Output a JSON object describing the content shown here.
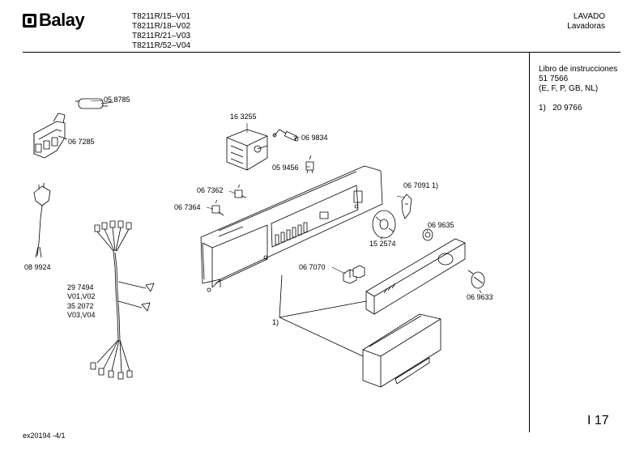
{
  "header": {
    "brand": "Balay",
    "models": [
      "T8211R/15–V01",
      "T8211R/18–V02",
      "T8211R/21–V03",
      "T8211R/52–V04"
    ],
    "category": "LAVADO",
    "subcategory": "Lavadoras"
  },
  "sidebar": {
    "manual_title": "Libro de instrucciones",
    "manual_number": "51 7566",
    "manual_languages": "(E, F, P, GB, NL)",
    "note_marker": "1)",
    "note_part": "20 9766"
  },
  "parts": {
    "p058785": "05 8785",
    "p067285": "06 7285",
    "p163255": "16 3255",
    "p069834": "06 9834",
    "p059456": "05 9456",
    "p067362": "06 7362",
    "p067364": "06 7364",
    "p089924": "08 9924",
    "p297494": "29 7494",
    "v0102": "V01,V02",
    "p352072": "35 2072",
    "v0304": "V03,V04",
    "p0670911": "06 7091 1)",
    "p069635": "06 9635",
    "p152574": "15 2574",
    "p067070": "06 7070",
    "p069633": "06 9633",
    "note1": "1)"
  },
  "footer": {
    "page": "I 17",
    "doc_id": "ex20194 -4/1"
  }
}
